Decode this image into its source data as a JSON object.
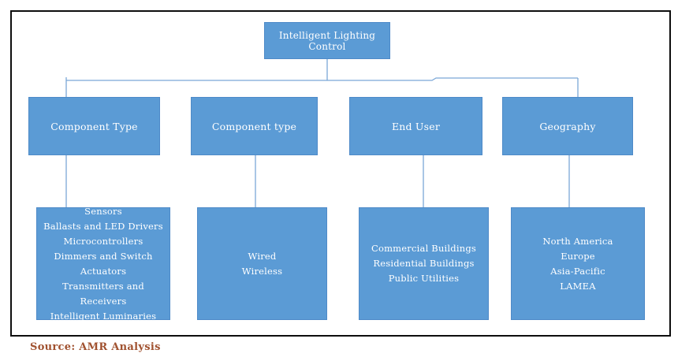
{
  "root": {
    "label": "Intelligent Lighting Control"
  },
  "branches": [
    {
      "label": "Component Type",
      "items": [
        "Sensors",
        "Ballasts and LED Drivers",
        "Microcontrollers",
        "Dimmers and Switch Actuators",
        "Transmitters and Receivers",
        "Intelligent Luminaries"
      ]
    },
    {
      "label": "Component type",
      "items": [
        "Wired",
        "Wireless"
      ]
    },
    {
      "label": "End User",
      "items": [
        "Commercial Buildings",
        "Residential Buildings",
        "Public Utilities"
      ]
    },
    {
      "label": "Geography",
      "items": [
        "North America",
        "Europe",
        "Asia-Pacific",
        "LAMEA"
      ]
    }
  ],
  "source": {
    "label": "Source: AMR Analysis"
  },
  "colors": {
    "box_fill": "#5B9BD5",
    "box_border": "#4E8AC8",
    "box_text": "#FFFFFF",
    "connector": "#7BA7D7",
    "frame_border": "#0D0D0D",
    "source_text": "#A0512F",
    "background": "#FFFFFF"
  }
}
